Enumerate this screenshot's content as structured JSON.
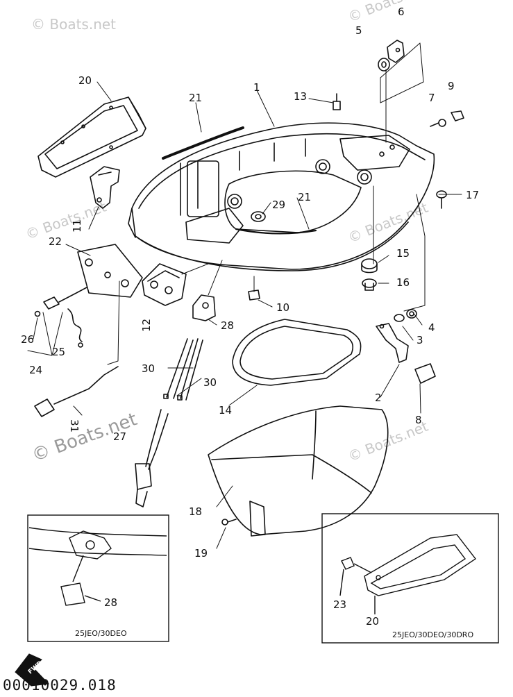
{
  "diagram": {
    "colors": {
      "ink": "#111111",
      "watermark": "#c8c8c8",
      "background": "#ffffff"
    },
    "watermarks": [
      "© Boats.net",
      "© Boats.net",
      "© Boats.net",
      "© Boats.net",
      "© Boats.net",
      "© Boats.net"
    ],
    "part_labels": {
      "p1": "1",
      "p2": "2",
      "p3": "3",
      "p4": "4",
      "p5": "5",
      "p6": "6",
      "p7": "7",
      "p8": "8",
      "p9": "9",
      "p10": "10",
      "p11": "11",
      "p12": "12",
      "p13": "13",
      "p14": "14",
      "p15": "15",
      "p16": "16",
      "p17": "17",
      "p18": "18",
      "p19": "19",
      "p20a": "20",
      "p20b": "20",
      "p21a": "21",
      "p21b": "21",
      "p22": "22",
      "p23": "23",
      "p24": "24",
      "p25": "25",
      "p26": "26",
      "p27": "27",
      "p28a": "28",
      "p28b": "28",
      "p29": "29",
      "p30a": "30",
      "p30b": "30",
      "p31": "31"
    },
    "inset_left_caption": "25JEO/30DEO",
    "inset_right_caption": "25JEO/30DEO/30DRO",
    "fwd_label": "FWD",
    "drawing_code": "00010029.018"
  }
}
